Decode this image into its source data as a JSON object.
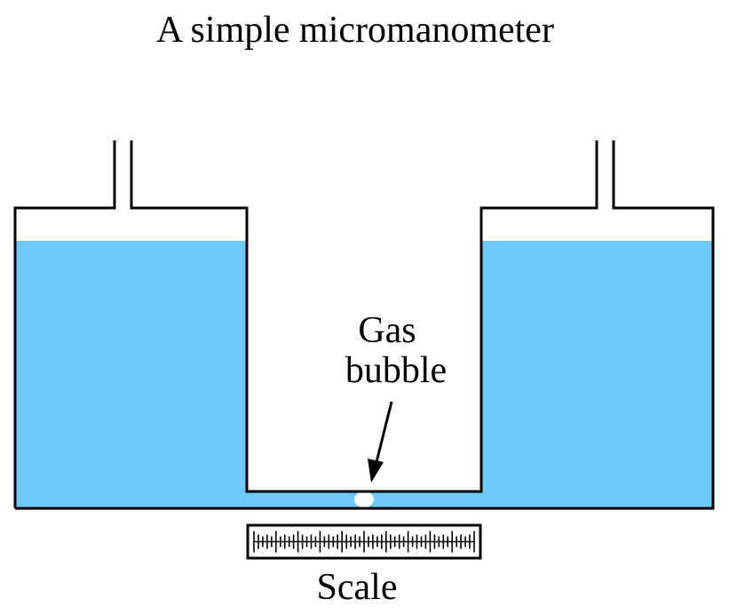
{
  "title": "A simple micromanometer",
  "labels": {
    "gas_bubble_line1": "Gas",
    "gas_bubble_line2": "bubble",
    "scale": "Scale"
  },
  "colors": {
    "liquid": "#6ec8fb",
    "outline": "#000000",
    "background": "#ffffff"
  }
}
